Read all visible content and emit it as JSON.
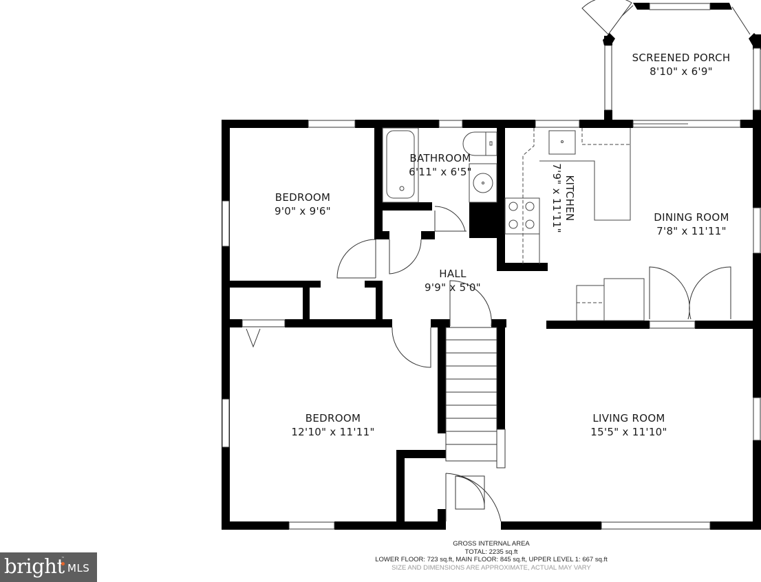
{
  "floorplan": {
    "rooms": [
      {
        "id": "screened-porch",
        "name": "SCREENED PORCH",
        "dims": "8'10\" x 6'9\""
      },
      {
        "id": "bedroom-1",
        "name": "BEDROOM",
        "dims": "9'0\" x 9'6\""
      },
      {
        "id": "bathroom",
        "name": "BATHROOM",
        "dims": "6'11\" x 6'5\""
      },
      {
        "id": "kitchen",
        "name": "KITCHEN",
        "dims": "7'9\" x 11'11\""
      },
      {
        "id": "dining-room",
        "name": "DINING ROOM",
        "dims": "7'8\" x 11'11\""
      },
      {
        "id": "hall",
        "name": "HALL",
        "dims": "9'9\" x 5'0\""
      },
      {
        "id": "bedroom-2",
        "name": "BEDROOM",
        "dims": "12'10\" x 11'11\""
      },
      {
        "id": "living-room",
        "name": "LIVING ROOM",
        "dims": "15'5\" x 11'10\""
      }
    ],
    "colors": {
      "wall": "#000000",
      "background": "#ffffff",
      "fixture_line": "#555555"
    }
  },
  "area_summary": {
    "heading": "GROSS INTERNAL AREA",
    "total": "TOTAL: 2235 sq.ft",
    "breakdown": "LOWER FLOOR: 723 sq.ft, MAIN FLOOR: 845 sq.ft, UPPER LEVEL 1: 667 sq.ft",
    "disclaimer": "SIZE AND DIMENSIONS ARE APPROXIMATE, ACTUAL MAY VARY"
  },
  "watermark": {
    "brand": "bright",
    "suffix": "MLS",
    "trademark": "™",
    "background": "#5e5e5e",
    "accent": "#e8672d"
  }
}
